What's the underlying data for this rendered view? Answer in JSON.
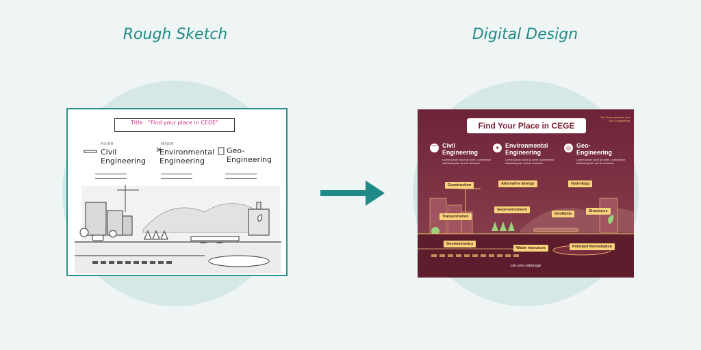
{
  "headings": {
    "left": "Rough Sketch",
    "right": "Digital Design"
  },
  "sketch": {
    "title_word": "Title",
    "title_text": "\"Find your place in CEGE\"",
    "majors": [
      {
        "kicker": "MAJOR",
        "label": "Civil Engineering"
      },
      {
        "kicker": "MAJOR",
        "label": "Environmental Engineering"
      },
      {
        "kicker": "",
        "label": "Geo-Engineering"
      }
    ]
  },
  "digital": {
    "title": "Find Your Place in CEGE",
    "corner_text": "Civil, Environmental, and Geo- Engineering",
    "majors": [
      {
        "label": "Civil Engineering",
        "desc": "Lorem ipsum dolor sit amet, consectetur adipiscing elit, sed do eiusmod."
      },
      {
        "label": "Environmental Engineering",
        "desc": "Lorem ipsum dolor sit amet, consectetur adipiscing elit, sed do eiusmod."
      },
      {
        "label": "Geo-Engineering",
        "desc": "Lorem ipsum dolor sit amet, consectetur adipiscing elit, sed do eiusmod."
      }
    ],
    "tags": [
      "Construction",
      "Alternative Energy",
      "Hydrology",
      "Geoenvironment",
      "Geofluids",
      "Structures",
      "Transportation",
      "Geomechanics",
      "Water resources",
      "Pollutant Remediation"
    ],
    "url": "cse.umn.edu/cege"
  },
  "colors": {
    "accent": "#1f8a86",
    "maroon": "#7a2b3e",
    "tag": "#f7d37c"
  }
}
